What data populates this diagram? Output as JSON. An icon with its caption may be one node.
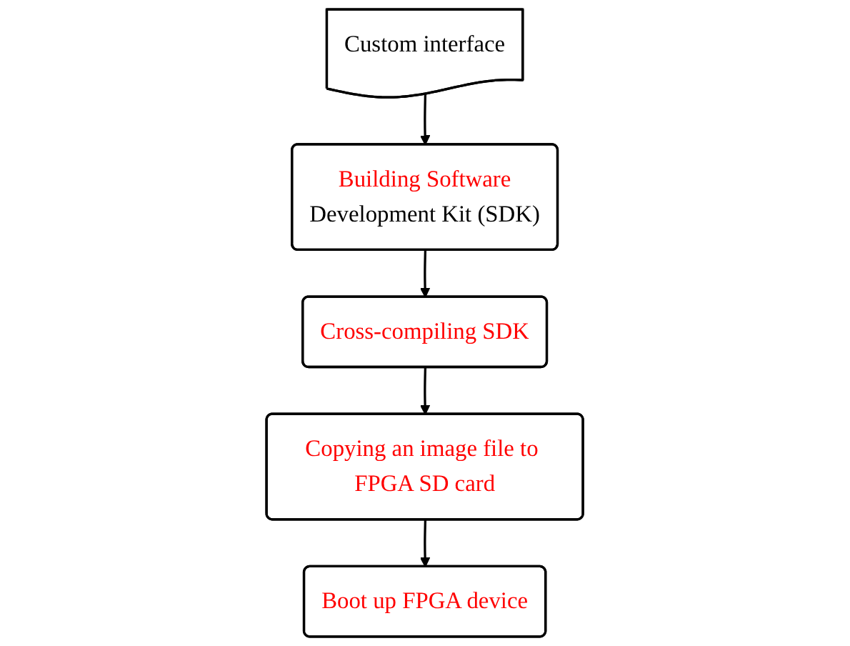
{
  "diagram": {
    "nodes": [
      {
        "text": [
          "Building Software",
          "Development Kit (SDK)"
        ]
      },
      {
        "text": [
          "Cross-compiling SDK"
        ]
      },
      {
        "text": [
          "Copying an image file to FPGA SD card"
        ]
      },
      {
        "text": [
          "Boot up FPGA device"
        ]
      },
      {
        "text": [
          "Custom interface"
        ]
      }
    ],
    "edges": [
      {
        "from": 0,
        "to": 1,
        "arrow": "to"
      },
      {
        "from": 1,
        "to": 2,
        "arrow": "to"
      },
      {
        "from": 2,
        "to": 3,
        "arrow": "to"
      },
      {
        "from": 4,
        "to": 0,
        "arrow": "to"
      }
    ]
  }
}
